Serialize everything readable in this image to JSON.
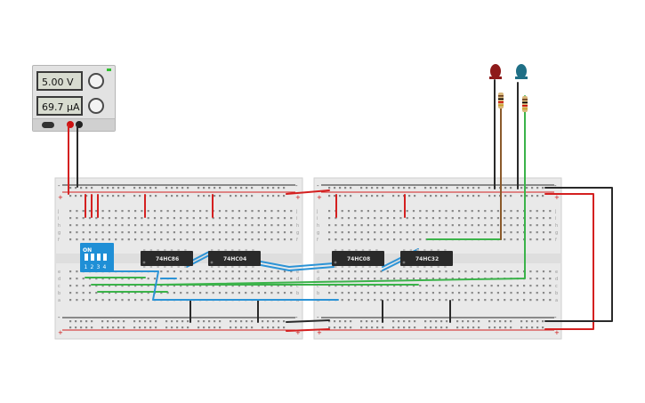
{
  "power_supply": {
    "voltage": "5.00 V",
    "current": "69.7 µA"
  },
  "dip_switch": {
    "label": "ON",
    "positions": [
      "1",
      "2",
      "3",
      "4"
    ]
  },
  "chips": [
    "74HC86",
    "74HC04",
    "74HC08",
    "74HC32"
  ],
  "breadboard_rail_signs": {
    "minus": "-",
    "plus": "+"
  },
  "breadboard_row_letters_top": [
    "j",
    "i",
    "h",
    "g",
    "f"
  ],
  "breadboard_row_letters_bottom": [
    "e",
    "d",
    "c",
    "b",
    "a"
  ],
  "leds": [
    {
      "name": "led-red",
      "color": "#8e1a1a"
    },
    {
      "name": "led-teal",
      "color": "#1f6f86"
    }
  ],
  "colors": {
    "board": "#e9e9e9",
    "wire_red": "#d42020",
    "wire_black": "#2a2a2a",
    "wire_green": "#3bb34a",
    "wire_blue": "#2b93d6",
    "wire_brown": "#8b5a2b",
    "chip": "#2a2a2a",
    "dip_switch": "#1f8fd6"
  }
}
